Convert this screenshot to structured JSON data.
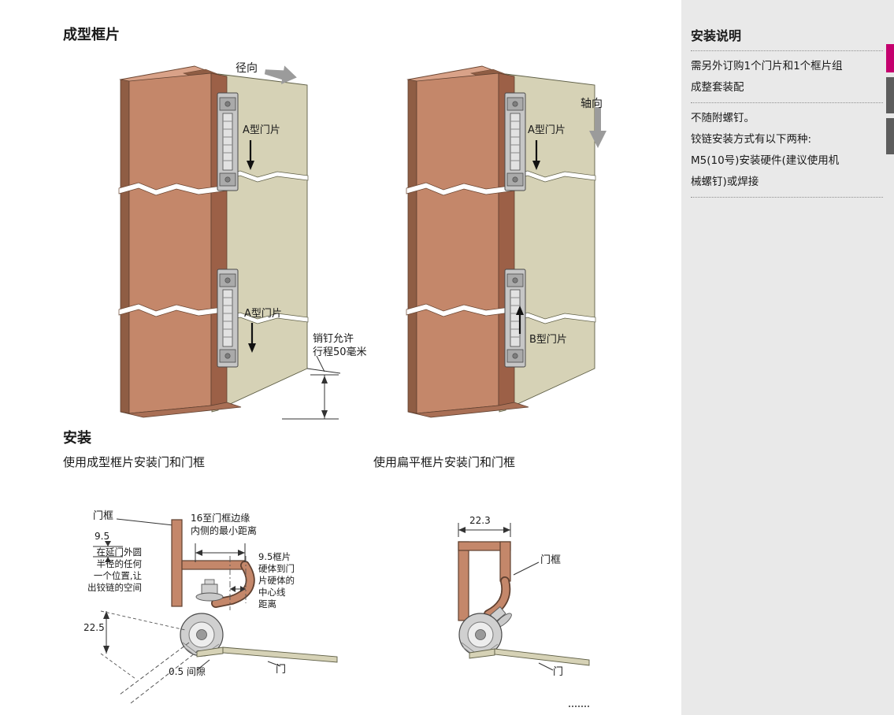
{
  "page": {
    "title": "成型框片",
    "install_heading": "安装",
    "caption_formed": "使用成型框片安装门和门框",
    "caption_flat": "使用扁平框片安装门和门框"
  },
  "iso_left": {
    "direction": "径向",
    "hinge_top": "A型门片",
    "hinge_bottom": "A型门片",
    "pin_note": [
      "销钉允许",
      "行程50毫米"
    ]
  },
  "iso_right": {
    "direction": "轴向",
    "hinge_top": "A型门片",
    "hinge_bottom": "B型门片"
  },
  "cs_left": {
    "frame_label": "门框",
    "dim_flange": "9.5",
    "clearance_note": [
      "在延门外圆",
      "半径的任何",
      "一个位置,让",
      "出铰链的空间"
    ],
    "dim_radius": "22.5",
    "gap_note": "0.5 间隙",
    "min_distance_note": [
      "16至门框边缘",
      "内侧的最小距离"
    ],
    "centerline_note": [
      "9.5框片",
      "硬体到门",
      "片硬体的",
      "中心线",
      "距离"
    ],
    "door_label": "门"
  },
  "cs_right": {
    "dim_width": "22.3",
    "frame_label": "门框",
    "door_label": "门"
  },
  "sidebar": {
    "heading": "安装说明",
    "block1": [
      "需另外订购1个门片和1个框片组",
      "成整套装配"
    ],
    "block2": [
      "不随附螺钉。",
      "铰链安装方式有以下两种:",
      "M5(10号)安装硬件(建议使用机",
      "械螺钉)或焊接"
    ]
  },
  "colors": {
    "frame_face": "#c4876a",
    "frame_dark": "#8f5d44",
    "frame_light": "#d9a288",
    "door_panel": "#d6d2b6",
    "metal": "#c6c6c6",
    "sidebar_bg": "#e9e9e9",
    "accent_tab": "#c4006e",
    "gray_tab": "#5d5d5d"
  }
}
